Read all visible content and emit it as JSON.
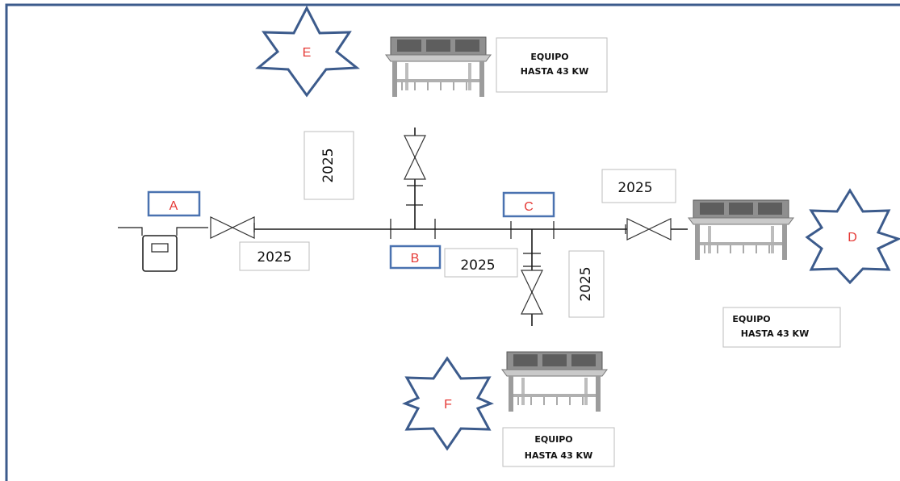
{
  "nodes": {
    "a": "A",
    "b": "B",
    "c": "C",
    "d": "D",
    "e": "E",
    "f": "F"
  },
  "lengths": {
    "a_b": "2025",
    "b_branch": "2025",
    "b_c": "2025",
    "c_d": "2025",
    "c_branch": "2025"
  },
  "equipment": {
    "e": [
      "EQUIPO",
      "HASTA 43 KW"
    ],
    "d": [
      "EQUIPO",
      "HASTA 43 KW"
    ],
    "f": [
      "EQUIPO",
      "HASTA 43 KW"
    ]
  },
  "colors": {
    "frame": "#3c5b8c",
    "node_box": "#4a72b0",
    "star": "#3c5b8c",
    "label": "#e53935"
  }
}
